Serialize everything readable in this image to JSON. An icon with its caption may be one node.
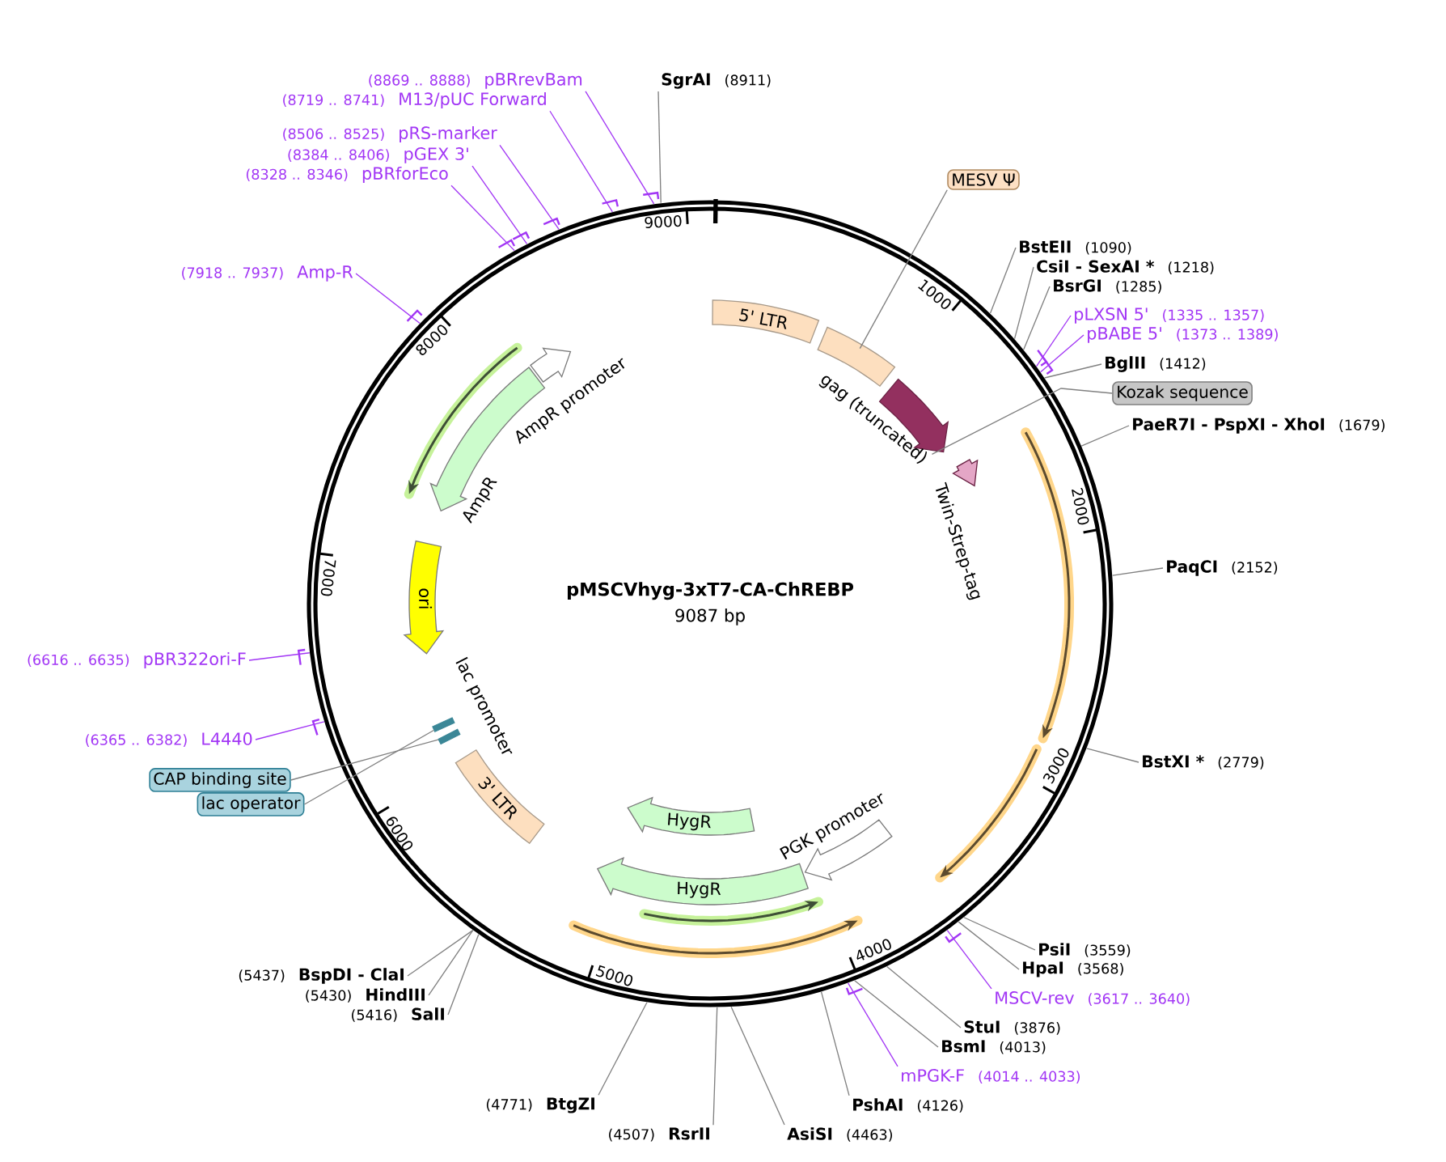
{
  "diagram": {
    "nodes": [
      {
        "text": [
          "pMSCVhyg-3xT7-CA-ChREBP",
          "9087 bp"
        ]
      },
      {
        "text": [
          "5' LTR"
        ],
        "in": 0
      },
      {
        "text": [],
        "shape": "box",
        "in": 0
      },
      {
        "text": [
          "gag (truncated)"
        ],
        "in": 0
      },
      {
        "text": [
          "Twin-Strep-tag"
        ],
        "in": 0
      },
      {
        "text": [
          "AmpR promoter"
        ],
        "in": 0
      },
      {
        "text": [
          "AmpR"
        ],
        "in": 0
      },
      {
        "text": [
          "ori"
        ],
        "in": 0
      },
      {
        "text": [
          "lac promoter"
        ],
        "in": 0
      },
      {
        "text": [],
        "shape": "bar",
        "in": 0
      },
      {
        "text": [],
        "shape": "bar",
        "in": 0
      },
      {
        "text": [
          "3' LTR"
        ],
        "in": 0
      },
      {
        "text": [
          "HygR"
        ],
        "in": 0
      },
      {
        "text": [
          "PGK promoter"
        ],
        "in": 0
      },
      {
        "text": [
          "HygR"
        ],
        "in": 0
      },
      {
        "text": [
          "SgrAI",
          "(8911)"
        ]
      },
      {
        "text": [
          "MESV Ψ"
        ]
      },
      {
        "text": [
          "BstEII",
          "(1090)"
        ]
      },
      {
        "text": [
          "CsiI - SexAI *",
          "(1218)"
        ]
      },
      {
        "text": [
          "BsrGI",
          "(1285)"
        ]
      },
      {
        "text": [
          "pLXSN 5'",
          "(1335 .. 1357)"
        ]
      },
      {
        "text": [
          "pBABE 5'",
          "(1373 .. 1389)"
        ]
      },
      {
        "text": [
          "BglII",
          "(1412)"
        ]
      },
      {
        "text": [
          "Kozak sequence"
        ]
      },
      {
        "text": [
          "PaeR7I - PspXI - XhoI",
          "(1679)"
        ]
      },
      {
        "text": [
          "PaqCI",
          "(2152)"
        ]
      },
      {
        "text": [
          "BstXI *",
          "(2779)"
        ]
      },
      {
        "text": [
          "PsiI",
          "(3559)"
        ]
      },
      {
        "text": [
          "HpaI",
          "(3568)"
        ]
      },
      {
        "text": [
          "MSCV-rev",
          "(3617 .. 3640)"
        ]
      },
      {
        "text": [
          "StuI",
          "(3876)"
        ]
      },
      {
        "text": [
          "BsmI",
          "(4013)"
        ]
      },
      {
        "text": [
          "mPGK-F",
          "(4014 .. 4033)"
        ]
      },
      {
        "text": [
          "PshAI",
          "(4126)"
        ]
      },
      {
        "text": [
          "AsiSI",
          "(4463)"
        ]
      },
      {
        "text": [
          "(4507)",
          "RsrII"
        ]
      },
      {
        "text": [
          "(4771)",
          "BtgZI"
        ]
      },
      {
        "text": [
          "(5437)",
          "BspDI - ClaI"
        ]
      },
      {
        "text": [
          "(5430)",
          "HindIII"
        ]
      },
      {
        "text": [
          "(5416)",
          "SalI"
        ]
      },
      {
        "text": [
          "CAP binding site"
        ]
      },
      {
        "text": [
          "lac operator"
        ]
      },
      {
        "text": [
          "(6365 .. 6382)",
          "L4440"
        ]
      },
      {
        "text": [
          "(6616 .. 6635)",
          "pBR322ori-F"
        ]
      },
      {
        "text": [
          "(7918 .. 7937)",
          "Amp-R"
        ]
      },
      {
        "text": [
          "(8328 .. 8346)",
          "pBRforEco"
        ]
      },
      {
        "text": [
          "(8384 .. 8406)",
          "pGEX 3'"
        ]
      },
      {
        "text": [
          "(8506 .. 8525)",
          "pRS-marker"
        ]
      },
      {
        "text": [
          "(8719 .. 8741)",
          "M13/pUC Forward"
        ]
      },
      {
        "text": [
          "(8869 .. 8888)",
          "pBRrevBam"
        ]
      }
    ],
    "edges": [
      {
        "from": 15,
        "to": 0,
        "arrow": "none"
      },
      {
        "from": 16,
        "to": 2,
        "arrow": "none"
      },
      {
        "from": 17,
        "to": 0,
        "arrow": "none"
      },
      {
        "from": 18,
        "to": 0,
        "arrow": "none"
      },
      {
        "from": 19,
        "to": 0,
        "arrow": "none"
      },
      {
        "from": 20,
        "to": 0,
        "arrow": "none",
        "color": "#a236f5"
      },
      {
        "from": 21,
        "to": 0,
        "arrow": "none",
        "color": "#a236f5"
      },
      {
        "from": 22,
        "to": 0,
        "arrow": "none"
      },
      {
        "from": 23,
        "to": 3,
        "arrow": "none"
      },
      {
        "from": 24,
        "to": 0,
        "arrow": "none"
      },
      {
        "from": 25,
        "to": 0,
        "arrow": "none"
      },
      {
        "from": 26,
        "to": 0,
        "arrow": "none"
      },
      {
        "from": 27,
        "to": 0,
        "arrow": "none"
      },
      {
        "from": 28,
        "to": 0,
        "arrow": "none"
      },
      {
        "from": 29,
        "to": 0,
        "arrow": "none",
        "color": "#a236f5"
      },
      {
        "from": 30,
        "to": 0,
        "arrow": "none"
      },
      {
        "from": 31,
        "to": 0,
        "arrow": "none"
      },
      {
        "from": 32,
        "to": 0,
        "arrow": "none",
        "color": "#a236f5"
      },
      {
        "from": 33,
        "to": 0,
        "arrow": "none"
      },
      {
        "from": 34,
        "to": 0,
        "arrow": "none"
      },
      {
        "from": 35,
        "to": 0,
        "arrow": "none"
      },
      {
        "from": 36,
        "to": 0,
        "arrow": "none"
      },
      {
        "from": 37,
        "to": 0,
        "arrow": "none"
      },
      {
        "from": 38,
        "to": 0,
        "arrow": "none"
      },
      {
        "from": 39,
        "to": 0,
        "arrow": "none"
      },
      {
        "from": 40,
        "to": 9,
        "arrow": "none"
      },
      {
        "from": 41,
        "to": 10,
        "arrow": "none"
      },
      {
        "from": 42,
        "to": 0,
        "arrow": "none",
        "color": "#a236f5"
      },
      {
        "from": 43,
        "to": 0,
        "arrow": "none",
        "color": "#a236f5"
      },
      {
        "from": 44,
        "to": 0,
        "arrow": "none",
        "color": "#a236f5"
      },
      {
        "from": 45,
        "to": 0,
        "arrow": "none",
        "color": "#a236f5"
      },
      {
        "from": 46,
        "to": 0,
        "arrow": "none",
        "color": "#a236f5"
      },
      {
        "from": 47,
        "to": 0,
        "arrow": "none",
        "color": "#a236f5"
      },
      {
        "from": 48,
        "to": 0,
        "arrow": "none",
        "color": "#a236f5"
      },
      {
        "from": 49,
        "to": 0,
        "arrow": "none",
        "color": "#a236f5"
      }
    ],
    "labels": [
      "9000",
      "1000",
      "2000",
      "3000",
      "4000",
      "5000",
      "6000",
      "7000",
      "8000"
    ]
  }
}
